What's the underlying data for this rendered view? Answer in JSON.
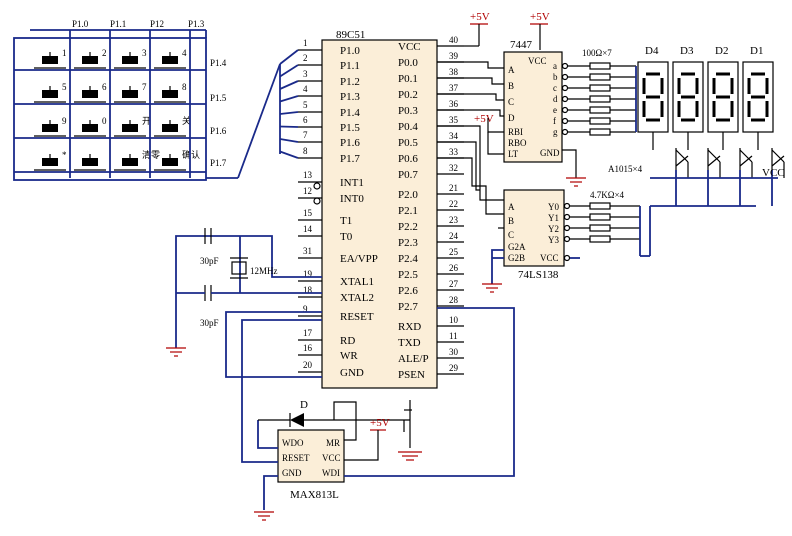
{
  "mcu": {
    "name": "89C51",
    "left_pins": [
      {
        "num": "1",
        "name": "P1.0"
      },
      {
        "num": "2",
        "name": "P1.1"
      },
      {
        "num": "3",
        "name": "P1.2"
      },
      {
        "num": "4",
        "name": "P1.3"
      },
      {
        "num": "5",
        "name": "P1.4"
      },
      {
        "num": "6",
        "name": "P1.5"
      },
      {
        "num": "7",
        "name": "P1.6"
      },
      {
        "num": "8",
        "name": "P1.7"
      },
      {
        "num": "13",
        "name": "INT1"
      },
      {
        "num": "12",
        "name": "INT0"
      },
      {
        "num": "15",
        "name": "T1"
      },
      {
        "num": "14",
        "name": "T0"
      },
      {
        "num": "31",
        "name": "EA/VPP"
      },
      {
        "num": "19",
        "name": "XTAL1"
      },
      {
        "num": "18",
        "name": "XTAL2"
      },
      {
        "num": "9",
        "name": "RESET"
      },
      {
        "num": "17",
        "name": "RD"
      },
      {
        "num": "16",
        "name": "WR"
      },
      {
        "num": "20",
        "name": "GND"
      }
    ],
    "right_pins": [
      {
        "num": "40",
        "name": "VCC"
      },
      {
        "num": "39",
        "name": "P0.0"
      },
      {
        "num": "38",
        "name": "P0.1"
      },
      {
        "num": "37",
        "name": "P0.2"
      },
      {
        "num": "36",
        "name": "P0.3"
      },
      {
        "num": "35",
        "name": "P0.4"
      },
      {
        "num": "34",
        "name": "P0.5"
      },
      {
        "num": "33",
        "name": "P0.6"
      },
      {
        "num": "32",
        "name": "P0.7"
      },
      {
        "num": "21",
        "name": "P2.0"
      },
      {
        "num": "22",
        "name": "P2.1"
      },
      {
        "num": "23",
        "name": "P2.2"
      },
      {
        "num": "24",
        "name": "P2.3"
      },
      {
        "num": "25",
        "name": "P2.4"
      },
      {
        "num": "26",
        "name": "P2.5"
      },
      {
        "num": "27",
        "name": "P2.6"
      },
      {
        "num": "28",
        "name": "P2.7"
      },
      {
        "num": "10",
        "name": "RXD"
      },
      {
        "num": "11",
        "name": "TXD"
      },
      {
        "num": "30",
        "name": "ALE/P"
      },
      {
        "num": "29",
        "name": "PSEN"
      }
    ]
  },
  "decoder7447": {
    "name": "7447",
    "pins": [
      "A",
      "B",
      "C",
      "D",
      "RBI",
      "RBO",
      "LT",
      "VCC",
      "GND"
    ],
    "outputs": [
      "a",
      "b",
      "c",
      "d",
      "e",
      "f",
      "g"
    ]
  },
  "decoder138": {
    "name": "74LS138",
    "pins": [
      "A",
      "B",
      "C",
      "G2A",
      "G2B",
      "VCC"
    ],
    "outputs": [
      "Y0",
      "Y1",
      "Y2",
      "Y3"
    ]
  },
  "reset_chip": {
    "name": "MAX813L",
    "pins": [
      "WDO",
      "RESET",
      "GND",
      "MR",
      "VCC",
      "WDI"
    ]
  },
  "keypad": {
    "col_labels": [
      "P1.0",
      "P1.1",
      "P12",
      "P1.3"
    ],
    "row_labels": [
      "P1.4",
      "P1.5",
      "P1.6",
      "P1.7"
    ],
    "keys": [
      [
        "1",
        "2",
        "3",
        "4"
      ],
      [
        "5",
        "6",
        "7",
        "8"
      ],
      [
        "9",
        "0",
        "开",
        "关"
      ],
      [
        "*",
        "",
        "清零",
        "确认"
      ]
    ]
  },
  "displays": [
    "D4",
    "D3",
    "D2",
    "D1"
  ],
  "labels": {
    "plus5v": "+5V",
    "resistor7": "100Ω×7",
    "resistor4": "4.7KΩ×4",
    "transistors": "A1015×4",
    "vcc": "VCC",
    "cap1": "30pF",
    "cap2": "30pF",
    "crystal": "12MHz",
    "diode": "D"
  }
}
